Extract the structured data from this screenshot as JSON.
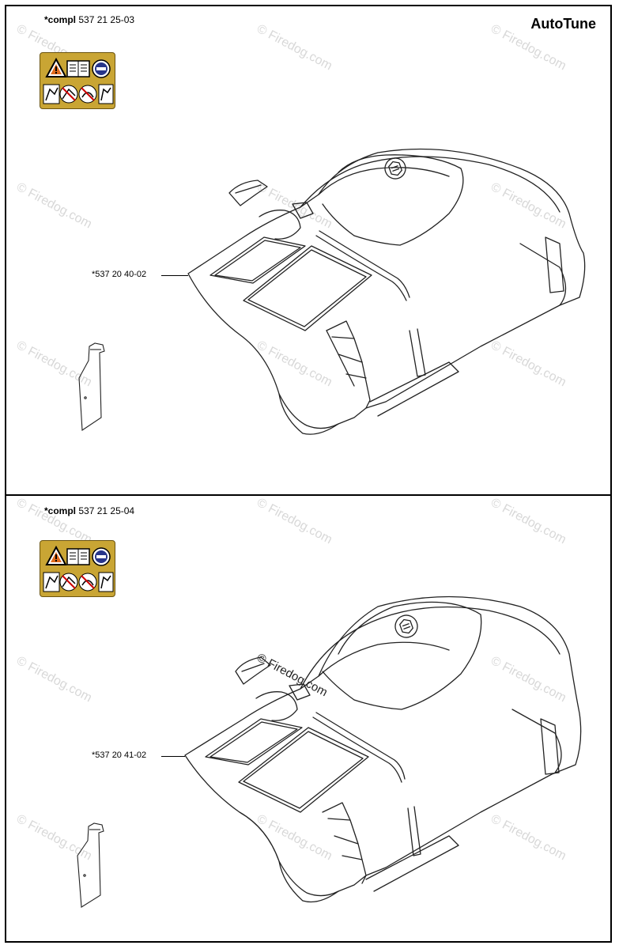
{
  "header": {
    "title": "AutoTune"
  },
  "panels": [
    {
      "compl_prefix": "*compl",
      "compl_number": "537 21 25-03",
      "part_label": "*537 20 40-02",
      "warning_icons": [
        "warning-triangle-icon",
        "manual-book-icon",
        "protective-gear-icon",
        "no-children-icon",
        "kickback-icon",
        "no-one-hand-icon",
        "wear-gloves-icon"
      ]
    },
    {
      "compl_prefix": "*compl",
      "compl_number": "537 21 25-04",
      "part_label": "*537 20 41-02",
      "warning_icons": [
        "warning-triangle-icon",
        "manual-book-icon",
        "protective-gear-icon",
        "no-children-icon",
        "kickback-icon",
        "no-one-hand-icon",
        "wear-gloves-icon"
      ]
    }
  ],
  "watermark": {
    "text": "© Firedog.com"
  },
  "colors": {
    "label_bg": "#c9a534",
    "line": "#222222",
    "watermark": "#d8d8d8"
  }
}
